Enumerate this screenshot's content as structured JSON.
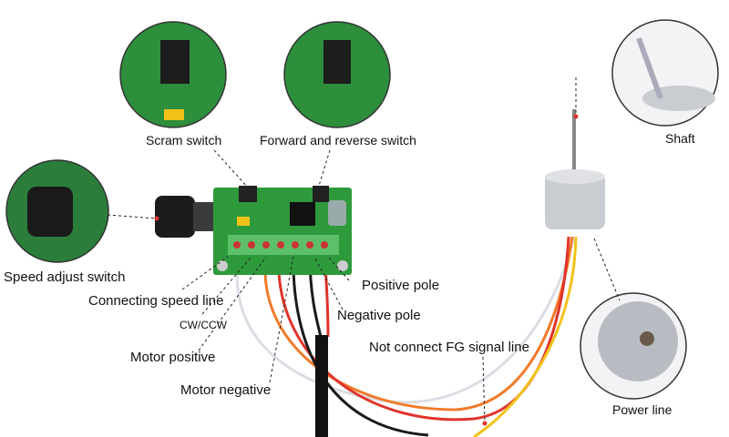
{
  "labels": {
    "scram_switch": "Scram switch",
    "forward_reverse_switch": "Forward and reverse switch",
    "speed_adjust_switch": "Speed adjust switch",
    "connecting_speed_line": "Connecting speed line",
    "cw_ccw": "CW/CCW",
    "motor_positive": "Motor positive",
    "motor_negative": "Motor negative",
    "positive_pole": "Positive pole",
    "negative_pole": "Negative pole",
    "not_connect_fg": "Not connect FG signal line",
    "shaft": "Shaft",
    "power_line": "Power line"
  },
  "colors": {
    "board": "#2e9a3c",
    "terminal": "#5dbf6a",
    "wire_red": "#e0332b",
    "wire_orange": "#f07a2a",
    "wire_white": "#e6e6ec",
    "wire_black": "#1a1a1a",
    "wire_yellow": "#f2c21b",
    "motor": "#c9ccd0"
  }
}
